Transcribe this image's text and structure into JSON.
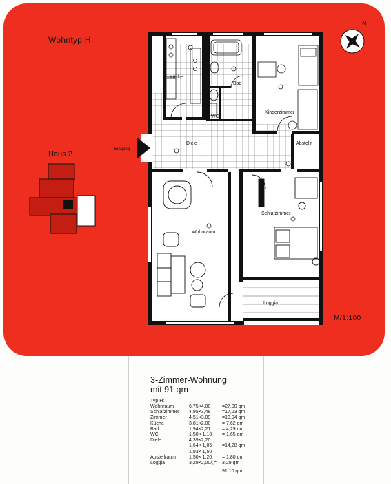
{
  "plan": {
    "type_title": "Wohntyp  H",
    "compass_label": "N",
    "house_label": "Haus 2",
    "scale": "M/1:100",
    "rooms": {
      "kueche": "Küche",
      "bad": "Bad",
      "wc": "WC",
      "kinderzimmer": "Kinderzimmer",
      "eingang": "Eingang",
      "diele": "Diele",
      "abstellr": "Abstellr",
      "wohnraum": "Wohnraum",
      "schlafzimmer": "Schlafzimmer",
      "loggia": "Loggia"
    }
  },
  "description": {
    "headline_line1": "3-Zimmer-Wohnung",
    "headline_line2": "mit 91 qm",
    "typ": "Typ H:",
    "rows": [
      {
        "name": "Wohnraum",
        "dims": "6,75×4,00",
        "area": "=27,00 qm"
      },
      {
        "name": "Schlafzimmer",
        "dims": "4,95×3,48",
        "area": "=17,23 qm"
      },
      {
        "name": "Zimmer",
        "dims": "4,51×3,09",
        "area": "=13,94 qm"
      },
      {
        "name": "Küche",
        "dims": "3,81×2,00",
        "area": "= 7,62 qm"
      },
      {
        "name": "Bad",
        "dims": "1,94×2,21",
        "area": "= 4,29 qm"
      },
      {
        "name": "WC",
        "dims": "1,50× 1,10",
        "area": "= 1,65 qm"
      },
      {
        "name": "Diele",
        "dims": "4,39×2,20",
        "area": ""
      },
      {
        "name": "",
        "dims": "1,64× 1,05",
        "area": "=14,28 qm"
      },
      {
        "name": "",
        "dims": "1,93× 1,50",
        "area": ""
      },
      {
        "name": "Abstellraum",
        "dims": "1,50× 1,20",
        "area": "= 1,80 qm"
      },
      {
        "name": "Loggia",
        "dims": "3,29×2,00/₂=",
        "area": "3,29 qm"
      }
    ],
    "total": "91,10 qm"
  }
}
